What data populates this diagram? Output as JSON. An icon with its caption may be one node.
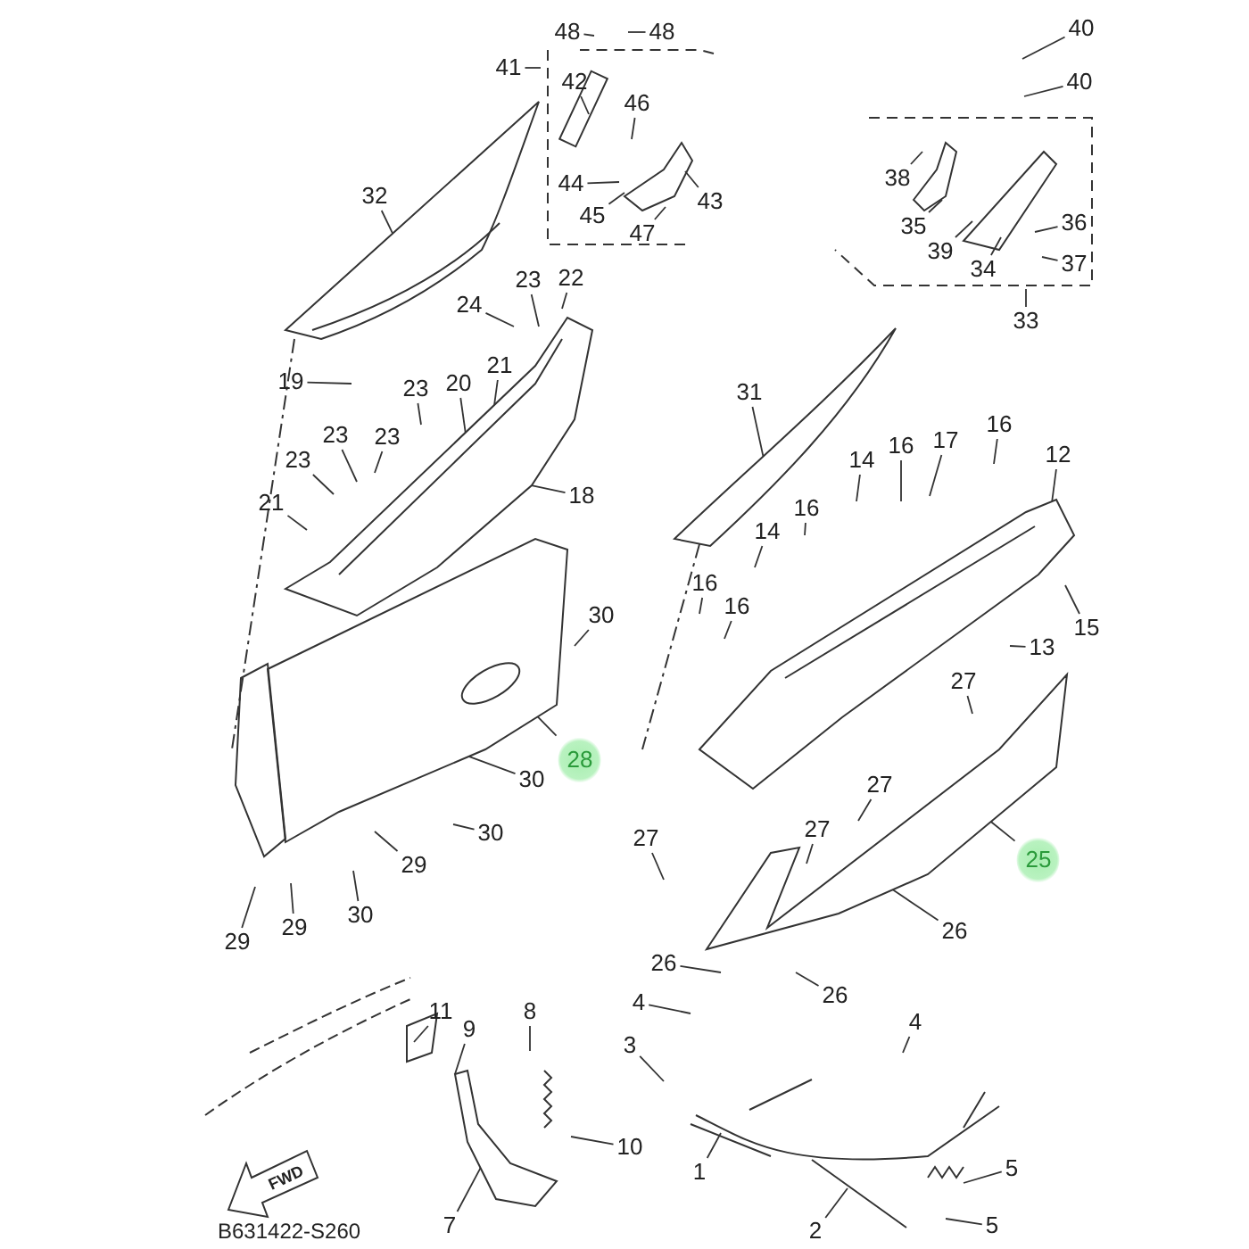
{
  "diagram": {
    "nodes": [
      {
        "text": [
          "48"
        ]
      },
      {
        "text": [
          "48"
        ]
      },
      {
        "text": [
          "40"
        ]
      },
      {
        "text": [
          "41"
        ]
      },
      {
        "text": [
          "42"
        ]
      },
      {
        "text": [
          "40"
        ]
      },
      {
        "text": [
          "46"
        ]
      },
      {
        "text": [
          "38"
        ]
      },
      {
        "text": [
          "44"
        ]
      },
      {
        "text": [
          "32"
        ]
      },
      {
        "text": [
          "43"
        ]
      },
      {
        "text": [
          "45"
        ]
      },
      {
        "text": [
          "36"
        ]
      },
      {
        "text": [
          "35"
        ]
      },
      {
        "text": [
          "47"
        ]
      },
      {
        "text": [
          "39"
        ]
      },
      {
        "text": [
          "37"
        ]
      },
      {
        "text": [
          "34"
        ]
      },
      {
        "text": [
          "23"
        ]
      },
      {
        "text": [
          "22"
        ]
      },
      {
        "text": [
          "24"
        ]
      },
      {
        "text": [
          "33"
        ]
      },
      {
        "text": [
          "21"
        ]
      },
      {
        "text": [
          "19"
        ]
      },
      {
        "text": [
          "20"
        ]
      },
      {
        "text": [
          "23"
        ]
      },
      {
        "text": [
          "31"
        ]
      },
      {
        "text": [
          "16"
        ]
      },
      {
        "text": [
          "23"
        ]
      },
      {
        "text": [
          "23"
        ]
      },
      {
        "text": [
          "17"
        ]
      },
      {
        "text": [
          "16"
        ]
      },
      {
        "text": [
          "12"
        ]
      },
      {
        "text": [
          "14"
        ]
      },
      {
        "text": [
          "23"
        ]
      },
      {
        "text": [
          "18"
        ]
      },
      {
        "text": [
          "21"
        ]
      },
      {
        "text": [
          "16"
        ]
      },
      {
        "text": [
          "14"
        ]
      },
      {
        "text": [
          "16"
        ]
      },
      {
        "text": [
          "16"
        ]
      },
      {
        "text": [
          "30"
        ]
      },
      {
        "text": [
          "15"
        ]
      },
      {
        "text": [
          "13"
        ]
      },
      {
        "text": [
          "27"
        ]
      },
      {
        "text": [
          "28"
        ]
      },
      {
        "text": [
          "30"
        ]
      },
      {
        "text": [
          "27"
        ]
      },
      {
        "text": [
          "27"
        ]
      },
      {
        "text": [
          "30"
        ]
      },
      {
        "text": [
          "27"
        ]
      },
      {
        "text": [
          "25"
        ]
      },
      {
        "text": [
          "29"
        ]
      },
      {
        "text": [
          "30"
        ]
      },
      {
        "text": [
          "29"
        ]
      },
      {
        "text": [
          "26"
        ]
      },
      {
        "text": [
          "29"
        ]
      },
      {
        "text": [
          "26"
        ]
      },
      {
        "text": [
          "26"
        ]
      },
      {
        "text": [
          "4"
        ]
      },
      {
        "text": [
          "11"
        ]
      },
      {
        "text": [
          "8"
        ]
      },
      {
        "text": [
          "4"
        ]
      },
      {
        "text": [
          "9"
        ]
      },
      {
        "text": [
          "3"
        ]
      },
      {
        "text": [
          "10"
        ]
      },
      {
        "text": [
          "5"
        ]
      },
      {
        "text": [
          "1"
        ]
      },
      {
        "text": [
          "5"
        ]
      },
      {
        "text": [
          "7"
        ]
      },
      {
        "text": [
          "2"
        ]
      },
      {
        "text": [],
        "shape": "picture"
      },
      {
        "text": [],
        "shape": "picture"
      },
      {
        "text": [],
        "shape": "picture"
      },
      {
        "text": [],
        "shape": "picture"
      },
      {
        "text": [],
        "shape": "picture"
      },
      {
        "text": [],
        "shape": "picture"
      },
      {
        "text": [],
        "shape": "picture"
      }
    ],
    "edges": [
      {
        "from": 0,
        "to": null,
        "arrow": "none"
      },
      {
        "from": 1,
        "to": null,
        "arrow": "none"
      },
      {
        "from": 2,
        "to": null,
        "arrow": "none"
      },
      {
        "from": 3,
        "to": null,
        "arrow": "none"
      },
      {
        "from": 4,
        "to": null,
        "arrow": "none"
      },
      {
        "from": 5,
        "to": null,
        "arrow": "none"
      },
      {
        "from": 6,
        "to": null,
        "arrow": "none"
      },
      {
        "from": 7,
        "to": null,
        "arrow": "none"
      },
      {
        "from": 8,
        "to": null,
        "arrow": "none"
      },
      {
        "from": 9,
        "to": 71,
        "arrow": "none"
      },
      {
        "from": 10,
        "to": null,
        "arrow": "none"
      },
      {
        "from": 11,
        "to": null,
        "arrow": "none"
      },
      {
        "from": 12,
        "to": null,
        "arrow": "none"
      },
      {
        "from": 13,
        "to": null,
        "arrow": "none"
      },
      {
        "from": 14,
        "to": null,
        "arrow": "none"
      },
      {
        "from": 15,
        "to": null,
        "arrow": "none"
      },
      {
        "from": 16,
        "to": null,
        "arrow": "none"
      },
      {
        "from": 17,
        "to": null,
        "arrow": "none"
      },
      {
        "from": 18,
        "to": null,
        "arrow": "none"
      },
      {
        "from": 19,
        "to": null,
        "arrow": "none"
      },
      {
        "from": 20,
        "to": null,
        "arrow": "none"
      },
      {
        "from": 21,
        "to": null,
        "arrow": "none"
      },
      {
        "from": 22,
        "to": 72,
        "arrow": "none"
      },
      {
        "from": 23,
        "to": null,
        "arrow": "none"
      },
      {
        "from": 24,
        "to": 72,
        "arrow": "none"
      },
      {
        "from": 25,
        "to": null,
        "arrow": "none"
      },
      {
        "from": 26,
        "to": 74,
        "arrow": "none"
      },
      {
        "from": 27,
        "to": null,
        "arrow": "none"
      },
      {
        "from": 28,
        "to": null,
        "arrow": "none"
      },
      {
        "from": 29,
        "to": null,
        "arrow": "none"
      },
      {
        "from": 30,
        "to": null,
        "arrow": "none"
      },
      {
        "from": 31,
        "to": null,
        "arrow": "none"
      },
      {
        "from": 32,
        "to": 75,
        "arrow": "none"
      },
      {
        "from": 33,
        "to": null,
        "arrow": "none"
      },
      {
        "from": 34,
        "to": null,
        "arrow": "none"
      },
      {
        "from": 35,
        "to": 72,
        "arrow": "none"
      },
      {
        "from": 36,
        "to": null,
        "arrow": "none"
      },
      {
        "from": 37,
        "to": null,
        "arrow": "none"
      },
      {
        "from": 38,
        "to": null,
        "arrow": "none"
      },
      {
        "from": 39,
        "to": null,
        "arrow": "none"
      },
      {
        "from": 40,
        "to": null,
        "arrow": "none"
      },
      {
        "from": 41,
        "to": null,
        "arrow": "none"
      },
      {
        "from": 42,
        "to": null,
        "arrow": "none"
      },
      {
        "from": 43,
        "to": null,
        "arrow": "none"
      },
      {
        "from": 44,
        "to": null,
        "arrow": "none"
      },
      {
        "from": 45,
        "to": 73,
        "arrow": "none"
      },
      {
        "from": 46,
        "to": 73,
        "arrow": "none"
      },
      {
        "from": 47,
        "to": null,
        "arrow": "none"
      },
      {
        "from": 48,
        "to": null,
        "arrow": "none"
      },
      {
        "from": 49,
        "to": null,
        "arrow": "none"
      },
      {
        "from": 50,
        "to": null,
        "arrow": "none"
      },
      {
        "from": 51,
        "to": 76,
        "arrow": "none"
      },
      {
        "from": 52,
        "to": null,
        "arrow": "none"
      },
      {
        "from": 53,
        "to": null,
        "arrow": "none"
      },
      {
        "from": 54,
        "to": null,
        "arrow": "none"
      },
      {
        "from": 55,
        "to": 76,
        "arrow": "none"
      },
      {
        "from": 56,
        "to": null,
        "arrow": "none"
      },
      {
        "from": 57,
        "to": null,
        "arrow": "none"
      },
      {
        "from": 58,
        "to": null,
        "arrow": "none"
      },
      {
        "from": 59,
        "to": null,
        "arrow": "none"
      },
      {
        "from": 60,
        "to": null,
        "arrow": "none"
      },
      {
        "from": 61,
        "to": null,
        "arrow": "none"
      },
      {
        "from": 62,
        "to": null,
        "arrow": "none"
      },
      {
        "from": 63,
        "to": 77,
        "arrow": "none"
      },
      {
        "from": 64,
        "to": null,
        "arrow": "none"
      },
      {
        "from": 65,
        "to": null,
        "arrow": "none"
      },
      {
        "from": 66,
        "to": null,
        "arrow": "none"
      },
      {
        "from": 67,
        "to": null,
        "arrow": "none"
      },
      {
        "from": 68,
        "to": null,
        "arrow": "none"
      },
      {
        "from": 69,
        "to": 77,
        "arrow": "none"
      },
      {
        "from": 70,
        "to": null,
        "arrow": "none"
      }
    ],
    "labels": [
      "FWD",
      "B631422-S260"
    ]
  }
}
